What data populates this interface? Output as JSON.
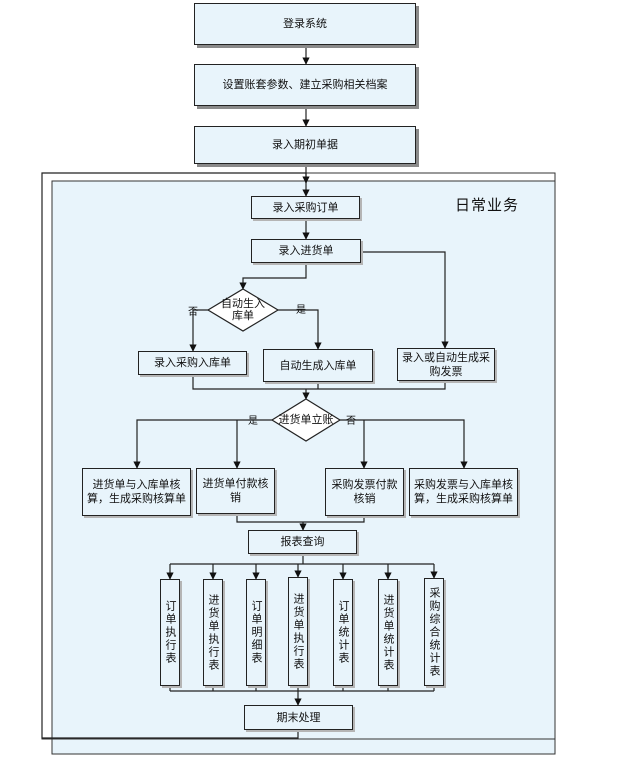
{
  "diagram": {
    "region_title": "日常业务",
    "nodes": {
      "login": "登录系统",
      "setup": "设置账套参数、建立采购相关档案",
      "opening": "录入期初单据",
      "purchase_order": "录入采购订单",
      "receipt_entry": "录入进货单",
      "auto_inbound_q": "自动生入库单",
      "manual_inbound": "录入采购入库单",
      "auto_inbound": "自动生成入库单",
      "purchase_invoice": "录入或自动生成采购发票",
      "receipt_settle_q": "进货单立账",
      "receipt_inbound_check": "进货单与入库单核算，生成采购核算单",
      "receipt_payment": "进货单付款核销",
      "invoice_payment": "采购发票付款核销",
      "invoice_inbound_check": "采购发票与入库单核算，生成采购核算单",
      "report_query": "报表查询",
      "period_end": "期末处理"
    },
    "reports": [
      "订单执行表",
      "进货单执行表",
      "订单明细表",
      "进货单执行表",
      "订单统计表",
      "进货单统计表",
      "采购综合统计表"
    ],
    "edge_labels": {
      "yes": "是",
      "no": "否"
    }
  }
}
